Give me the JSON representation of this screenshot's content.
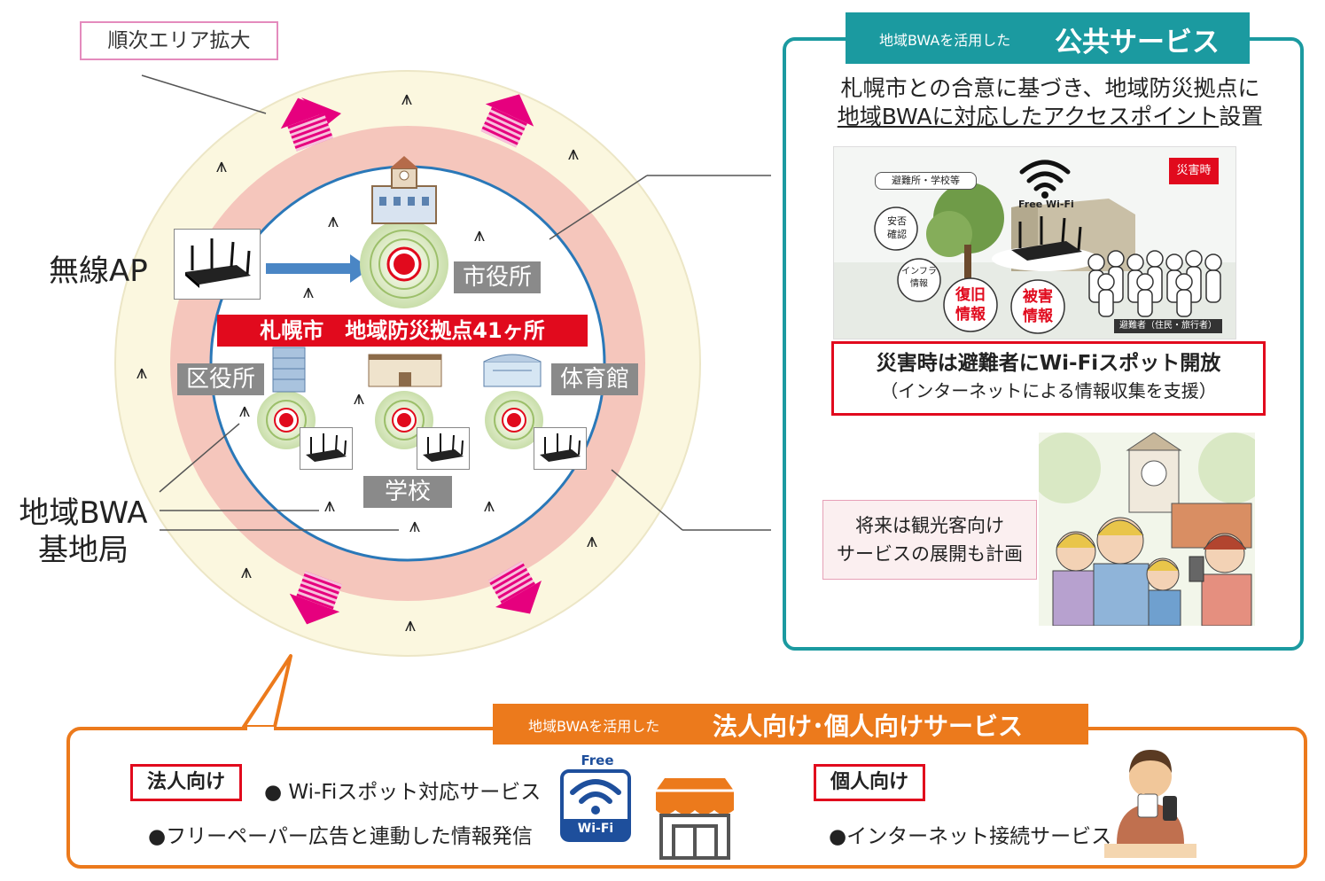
{
  "left": {
    "expand_label": "順次エリア拡大",
    "wireless_ap_label": "無線AP",
    "bwa_base_label_1": "地域BWA",
    "bwa_base_label_2": "基地局",
    "city_hall": "市役所",
    "banner": "札幌市　地域防災拠点41ヶ所",
    "ward_office": "区役所",
    "gym": "体育館",
    "school": "学校"
  },
  "public_panel": {
    "title_prefix": "地域BWAを活用した",
    "title_main": "公共サービス",
    "desc_line1": "札幌市との合意に基づき、地域防災拠点に",
    "desc_line2_u": "地域BWAに対応したアクセスポイント",
    "desc_line2_rest": "設置",
    "illus": {
      "shelter_tag": "避難所・学校等",
      "disaster_tag": "災害時",
      "free_wifi": "Free Wi-Fi",
      "bubble_safety": "安否確認",
      "bubble_infra": "インフラ情報",
      "bubble_recovery": "復旧情報",
      "bubble_damage": "被害情報",
      "evacuees": "避難者（住民・旅行者）"
    },
    "red_line1": "災害時は避難者にWi-Fiスポット開放",
    "red_line2": "（インターネットによる情報収集を支援）",
    "future_line1": "将来は観光客向け",
    "future_line2": "サービスの展開も計画"
  },
  "corp_panel": {
    "title_prefix": "地域BWAを活用した",
    "title_main": "法人向け･個人向けサービス",
    "corp_tag": "法人向け",
    "corp_item1": "● Wi-Fiスポット対応サービス",
    "corp_item2": "●フリーペーパー広告と連動した情報発信",
    "free_label": "Free",
    "wifi_label": "Wi-Fi",
    "personal_tag": "個人向け",
    "personal_item1": "●インターネット接続サービス"
  },
  "colors": {
    "teal": "#1b9aa0",
    "orange": "#ec7a1c",
    "magenta": "#e6007e",
    "red": "#e10a1d",
    "pink_ring": "#f5c6bc",
    "cream_ring": "#fbf7df"
  }
}
